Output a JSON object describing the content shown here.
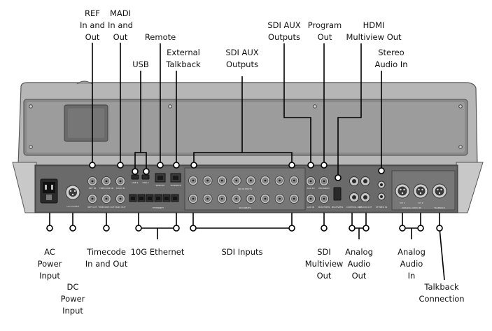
{
  "colors": {
    "panel_dark": "#5a5a5a",
    "panel_mid": "#8c8c8c",
    "panel_light": "#c4c4c4",
    "connector_metal": "#b8b8b8",
    "line": "#000000"
  },
  "labels": {
    "ref": "REF\nIn and\nOut",
    "madi": "MADI\nIn and\nOut",
    "remote": "Remote",
    "usb": "USB",
    "external_talkback": "External\nTalkback",
    "sdi_aux_left": "SDI AUX\nOutputs",
    "sdi_aux_right": "SDI AUX\nOutputs",
    "program_out": "Program\nOut",
    "hdmi_multiview": "HDMI\nMultiview Out",
    "stereo_audio": "Stereo\nAudio In",
    "ac_power": "AC\nPower\nInput",
    "dc_power": "DC\nPower\nInput",
    "timecode": "Timecode\nIn and Out",
    "ethernet": "10G Ethernet",
    "sdi_inputs": "SDI Inputs",
    "sdi_multiview": "SDI\nMultiview\nOut",
    "analog_out": "Analog\nAudio\nOut",
    "analog_in": "Analog\nAudio\nIn",
    "talkback": "Talkback\nConnection"
  },
  "panel_text": {
    "ref_in": "REF IN",
    "ref_out": "REF OUT",
    "madi_in": "MADI IN",
    "madi_out": "MADI OUT",
    "timecode_in": "TIMECODE IN",
    "timecode_out": "TIMECODE OUT",
    "usb1": "USB 1",
    "usb2": "USB 2",
    "remote": "REMOTE",
    "talkback_port": "TALKBACK",
    "ethernet": "ETHERNET",
    "sdi_outputs": "SDI OUTPUTS",
    "sdi_inputs": "SDI INPUTS",
    "aux": "AUX 10",
    "aux_in": "AUX IN",
    "program": "PROGRAM",
    "multiview": "MULTIVIEW",
    "multiview_sdi": "MULTIVIEW",
    "control_out": "CONTROL OUT",
    "studio_out": "STUDIO OUT",
    "stereo": "STEREO IN",
    "analog_audio_in": "ANALOG AUDIO IN",
    "ch1": "CH 1",
    "ch2": "CH 2",
    "talkback": "TALKBACK",
    "dc": "12V POWER"
  }
}
